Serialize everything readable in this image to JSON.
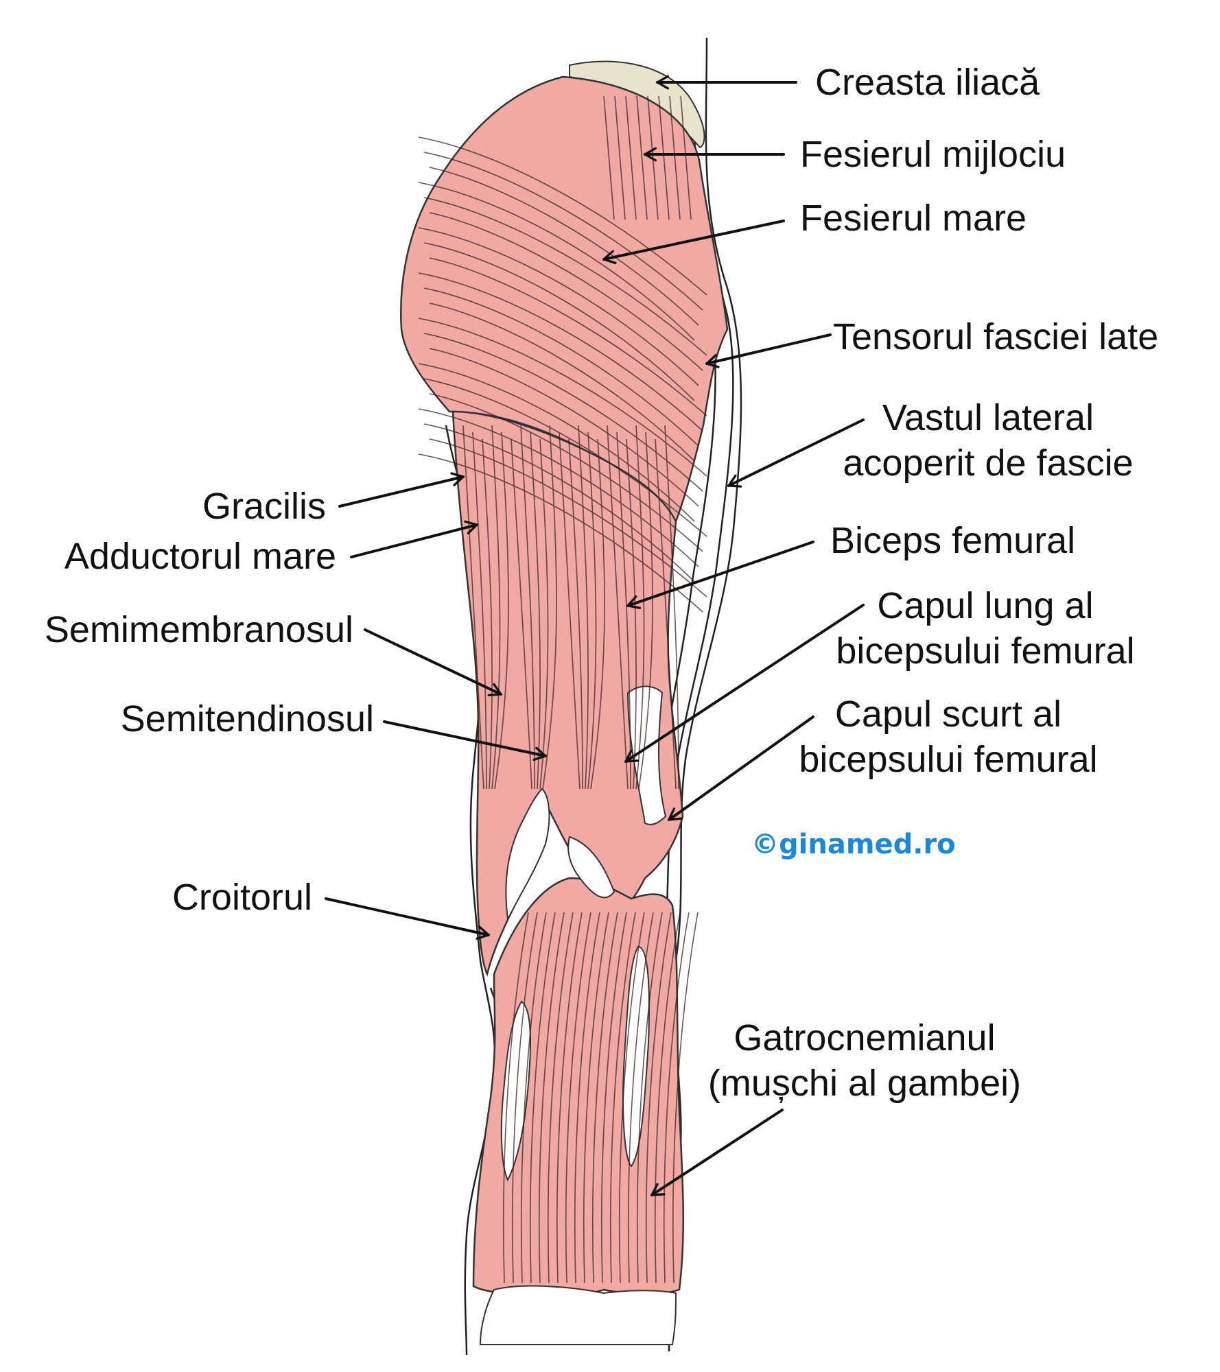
{
  "labels": {
    "iliac_crest": "Creasta iliacă",
    "gluteus_medius": "Fesierul mijlociu",
    "gluteus_maximus": "Fesierul mare",
    "tensor_fasciae_latae": "Tensorul fasciei late",
    "vastus_lateral_line1": "Vastul lateral",
    "vastus_lateral_line2": "acoperit de fascie",
    "biceps_femoris": "Biceps femural",
    "long_head_line1": "Capul lung al",
    "long_head_line2": "bicepsului femural",
    "short_head_line1": "Capul scurt al",
    "short_head_line2": "bicepsului femural",
    "gracilis": "Gracilis",
    "adductor_magnus": "Adductorul mare",
    "semimembranosus": "Semimembranosul",
    "semitendinosus": "Semitendinosul",
    "sartorius": "Croitorul",
    "gastrocnemius_line1": "Gatrocnemianul",
    "gastrocnemius_line2": "(mușchi al gambei)"
  },
  "watermark": "©ginamed.ro",
  "colors": {
    "muscle": "#f0a9a3",
    "muscle_fiber": "#3a2020",
    "bone": "#e8e4cc",
    "outline": "#222222",
    "watermark": "#1e88d8",
    "text": "#111111"
  }
}
